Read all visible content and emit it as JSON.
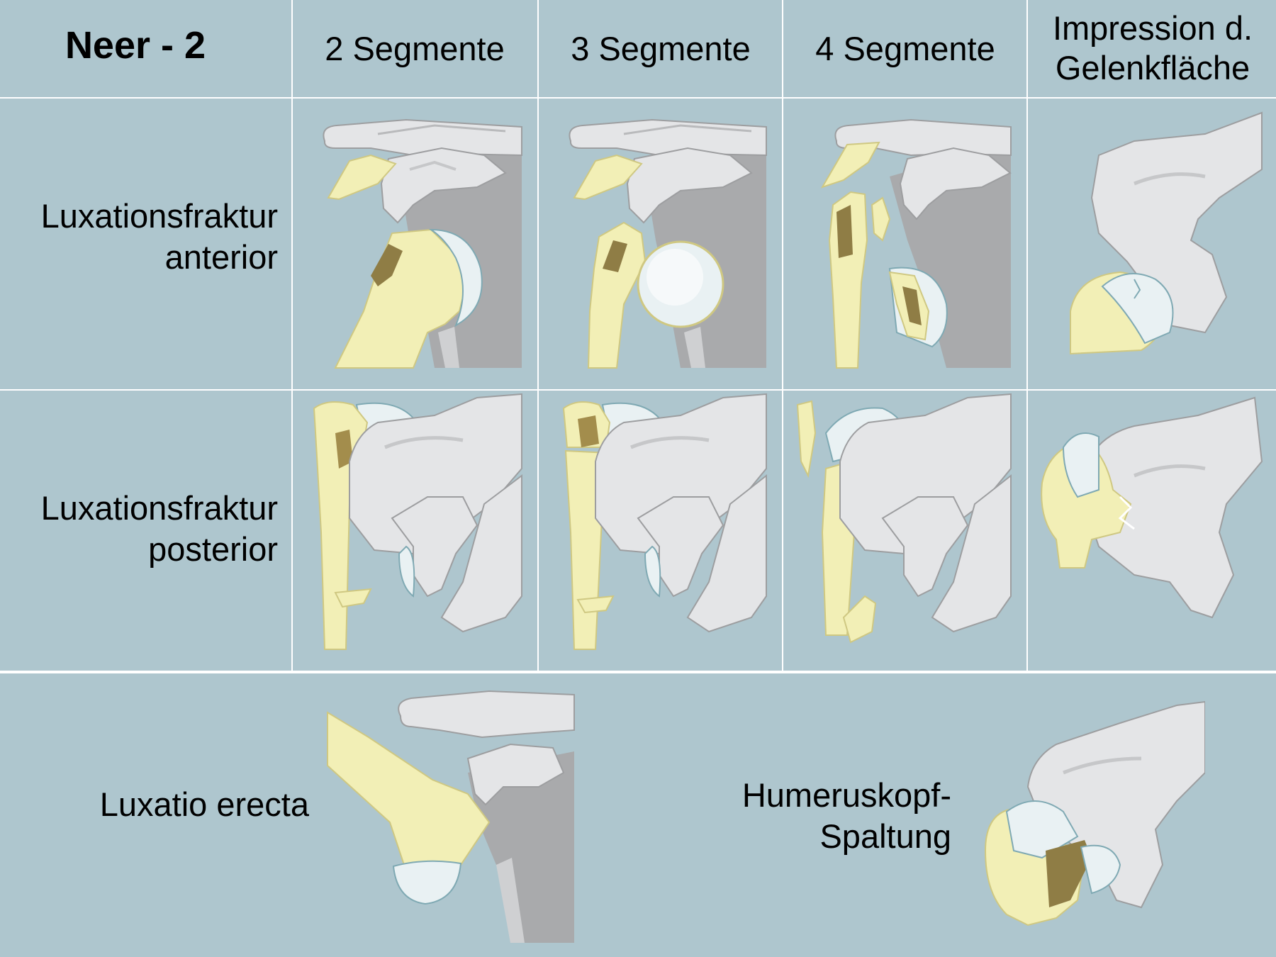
{
  "header": {
    "title": "Neer - 2",
    "columns": [
      "2 Segmente",
      "3 Segmente",
      "4 Segmente"
    ],
    "column5": [
      "Impression d.",
      "Gelenkfläche"
    ]
  },
  "rows": [
    {
      "line1": "Luxationsfraktur",
      "line2": "anterior"
    },
    {
      "line1": "Luxationsfraktur",
      "line2": "posterior"
    }
  ],
  "bottom": {
    "erecta": "Luxatio erecta",
    "split": [
      "Humeruskopf-",
      "Spaltung"
    ]
  },
  "colors": {
    "background": "#aec6ce",
    "gridline": "#ffffff",
    "bone": "#f2efb6",
    "bone_edge": "#cfc882",
    "fracture": "#8f7d45",
    "scapula": "#e4e5e7",
    "scapula_shadow": "#a9aaac",
    "cartilage": "#e9f1f3"
  },
  "icons": {
    "row1": [
      "anterior-2-segment-illustration",
      "anterior-3-segment-illustration",
      "anterior-4-segment-illustration",
      "anterior-impression-illustration"
    ],
    "row2": [
      "posterior-2-segment-illustration",
      "posterior-3-segment-illustration",
      "posterior-4-segment-illustration",
      "posterior-impression-illustration"
    ],
    "bottom": [
      "luxatio-erecta-illustration",
      "humeral-head-split-illustration"
    ]
  }
}
